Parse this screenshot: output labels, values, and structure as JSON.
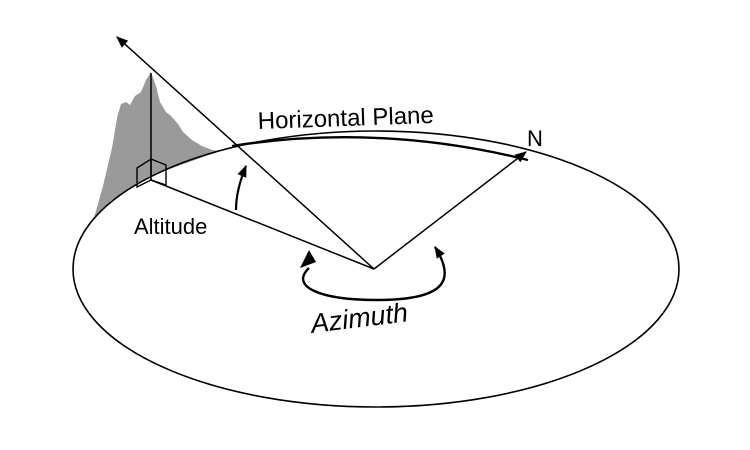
{
  "labels": {
    "horizontal_plane": "Horizontal Plane",
    "north": "N",
    "altitude": "Altitude",
    "azimuth": "Azimuth"
  },
  "icons": {
    "celestial_body": "crescent-moon-icon",
    "shadow": "mountain-silhouette"
  },
  "colors": {
    "line": "#000000",
    "shadow": "#9a9a9a",
    "background": "#ffffff"
  }
}
